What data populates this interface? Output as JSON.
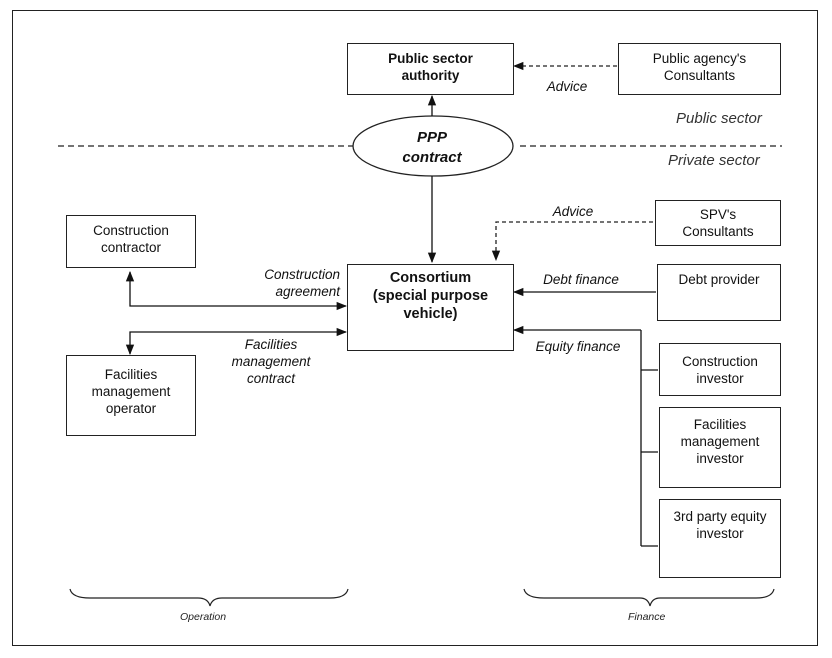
{
  "nodes": {
    "public_authority": "Public sector\nauthority",
    "agency_consultants": "Public agency's\nConsultants",
    "ppp_contract": "PPP\ncontract",
    "consortium": "Consortium\n(special purpose\nvehicle)",
    "spv_consultants": "SPV's\nConsultants",
    "construction_contractor": "Construction\ncontractor",
    "fm_operator": "Facilities\nmanagement\noperator",
    "debt_provider": "Debt provider",
    "construction_investor": "Construction\ninvestor",
    "fm_investor": "Facilities\nmanagement\ninvestor",
    "third_party_investor": "3rd party equity\ninvestor"
  },
  "edges": {
    "advice_public": "Advice",
    "advice_spv": "Advice",
    "construction_agreement": "Construction\nagreement",
    "fm_contract": "Facilities\nmanagement\ncontract",
    "debt_finance": "Debt finance",
    "equity_finance": "Equity finance"
  },
  "sectors": {
    "public": "Public sector",
    "private": "Private sector"
  },
  "groups": {
    "operation": "Operation",
    "finance": "Finance"
  }
}
